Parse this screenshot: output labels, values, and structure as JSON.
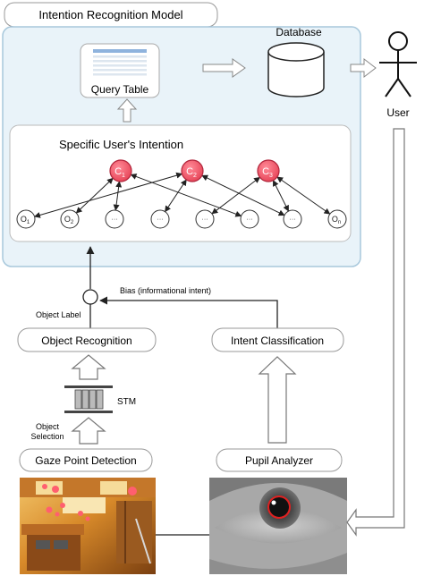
{
  "model": {
    "title": "Intention Recognition Model"
  },
  "database": {
    "label": "Database"
  },
  "query_table": {
    "label": "Query Table"
  },
  "user": {
    "label": "User"
  },
  "intention_panel": {
    "title": "Specific User's Intention",
    "classes": [
      {
        "letter": "C",
        "sub": "1"
      },
      {
        "letter": "C",
        "sub": "2"
      },
      {
        "letter": "C",
        "sub": "3"
      }
    ],
    "objects": [
      {
        "letter": "O",
        "sub": "1"
      },
      {
        "letter": "O",
        "sub": "2"
      },
      {
        "letter": "···",
        "sub": ""
      },
      {
        "letter": "···",
        "sub": ""
      },
      {
        "letter": "···",
        "sub": ""
      },
      {
        "letter": "···",
        "sub": ""
      },
      {
        "letter": "···",
        "sub": ""
      },
      {
        "letter": "O",
        "sub": "n"
      }
    ],
    "class_color": "#e8485b",
    "class_border": "#b0243a"
  },
  "pipeline": {
    "bias_label": "Bias (informational intent)",
    "object_label": "Object Label",
    "object_recognition": "Object Recognition",
    "intent_classification": "Intent Classification",
    "stm": "STM",
    "object_selection_line1": "Object",
    "object_selection_line2": "Selection",
    "gaze_point_detection": "Gaze Point Detection",
    "pupil_analyzer": "Pupil Analyzer"
  },
  "colors": {
    "panel_fill": "#e9f3f9",
    "panel_border": "#a8c8dc",
    "pupil_ring": "#e02020",
    "gaze_dot": "#ff5f6f"
  }
}
